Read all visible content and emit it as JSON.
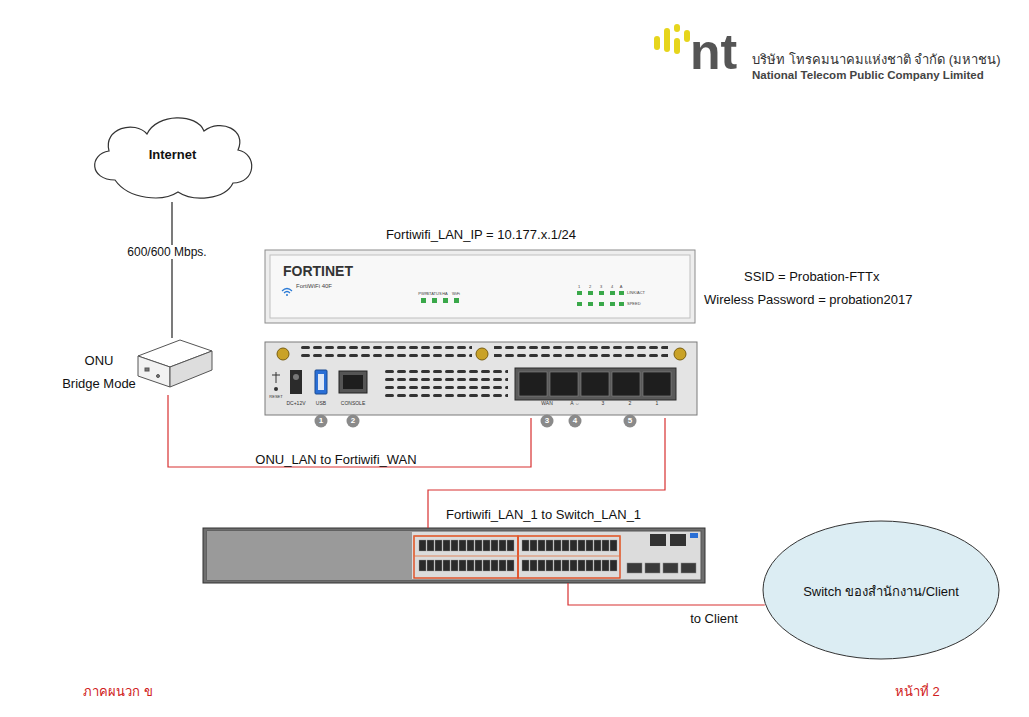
{
  "diagram": {
    "nodes": [
      {
        "text": [
          "Internet"
        ]
      },
      {
        "text": [
          "Fortiwifi_LAN_IP = 10.177.x.1/24"
        ]
      },
      {
        "text": [
          "ONU",
          "Bridge Mode"
        ]
      },
      {
        "text": []
      },
      {
        "text": [
          "Switch ของสำนักงาน/Client"
        ]
      }
    ],
    "edges": [
      {
        "from": 0,
        "to": 2,
        "label": "600/600 Mbps.",
        "arrow": "none"
      },
      {
        "from": 2,
        "to": 1,
        "label": "ONU_LAN to Fortiwifi_WAN",
        "arrow": "none"
      },
      {
        "from": 1,
        "to": 3,
        "label": "Fortiwifi_LAN_1 to Switch_LAN_1",
        "arrow": "none"
      },
      {
        "from": 3,
        "to": 4,
        "label": "to Client",
        "arrow": "none"
      }
    ],
    "labels": [
      "บริษัท โทรคมนาคมแห่งชาติ จำกัด (มหาชน)",
      "National Telecom Public Company Limited",
      "nt",
      "SSID = Probation-FTTx",
      "Wireless Password = probation2017",
      "FORTINET",
      "FortiWiFi 40F",
      "DC+12V",
      "USB",
      "CONSOLE",
      "WAN",
      "A ⇔",
      "3",
      "2",
      "1",
      "1",
      "2",
      "3",
      "4",
      "5",
      "RESET",
      "ภาคผนวก ข",
      "หน้าที่ 2",
      "PWR",
      "STATUS",
      "HA",
      "WiFi",
      "1",
      "2",
      "3",
      "4",
      "A",
      "LINK/ACT",
      "SPEED"
    ]
  }
}
